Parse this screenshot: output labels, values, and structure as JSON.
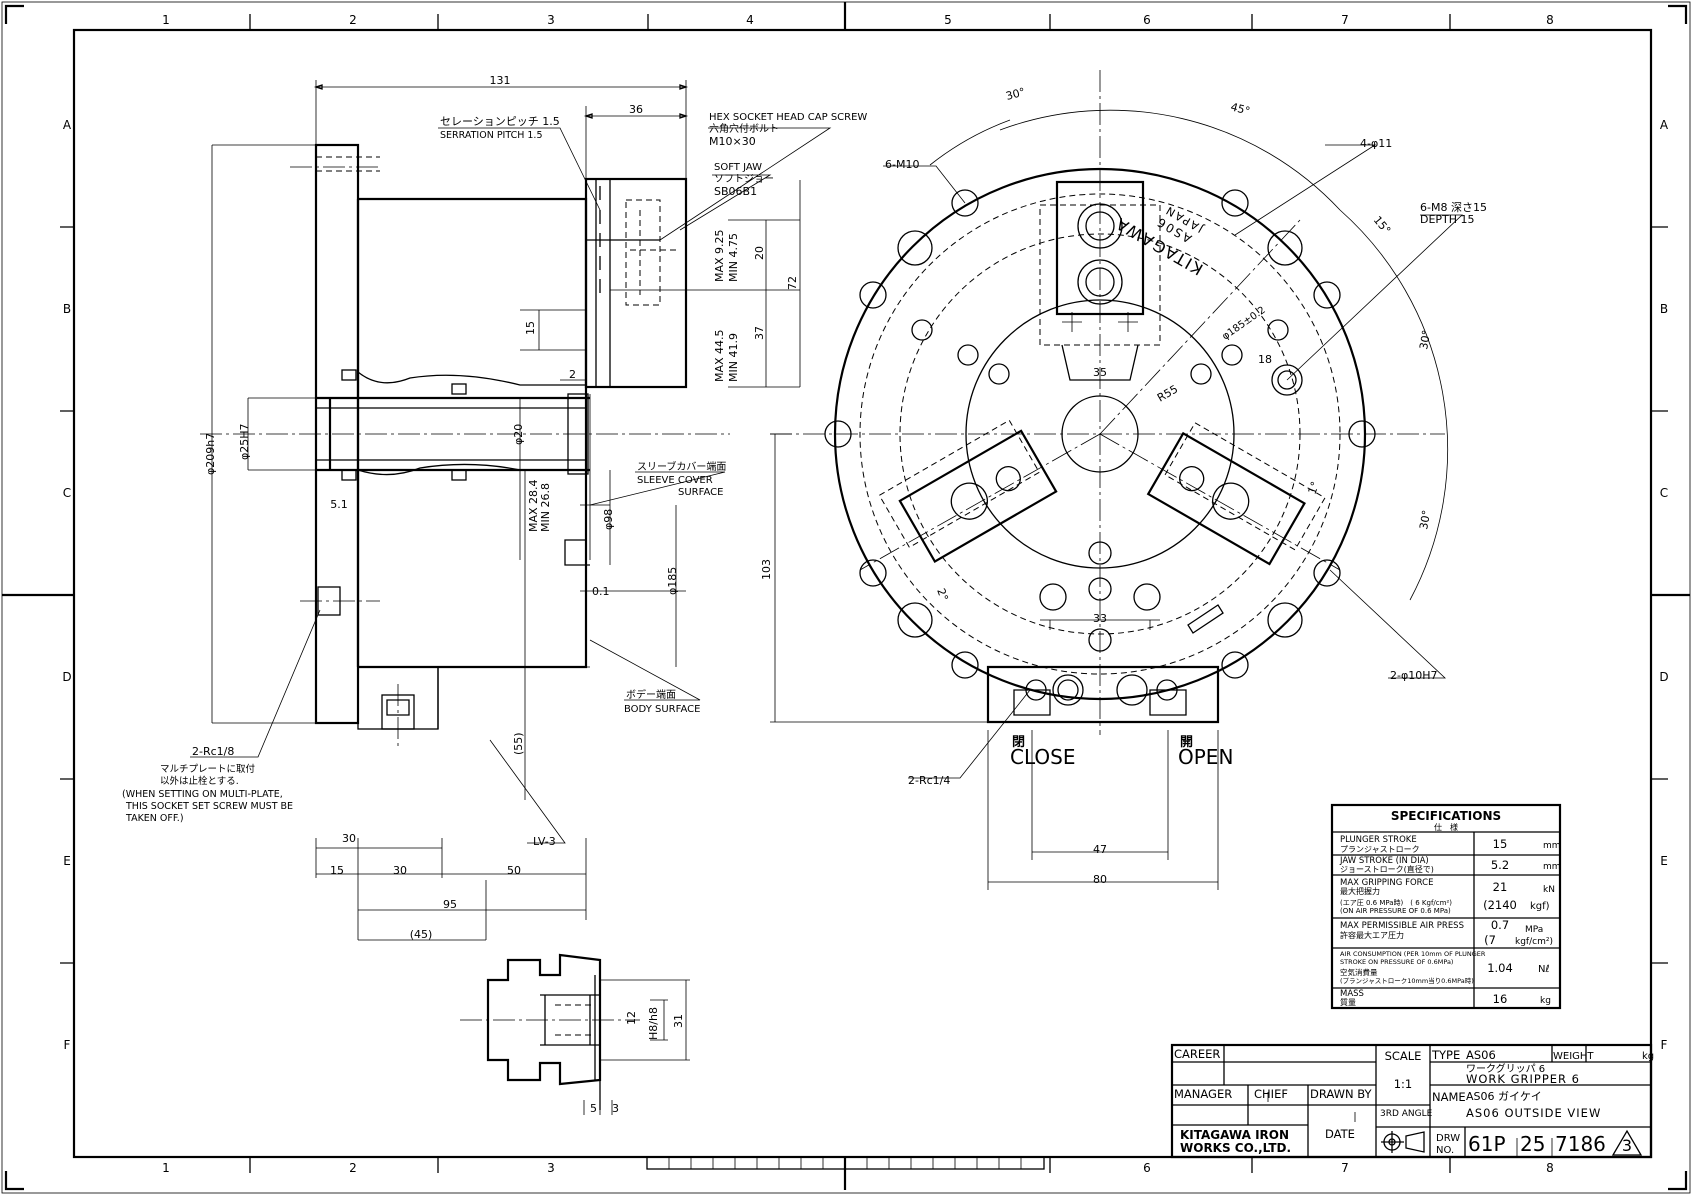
{
  "grid": {
    "columns": [
      "1",
      "2",
      "3",
      "4",
      "5",
      "6",
      "7",
      "8"
    ],
    "rows": [
      "A",
      "B",
      "C",
      "D",
      "E",
      "F"
    ]
  },
  "side_view": {
    "dims": {
      "d131": "131",
      "d36": "36",
      "d15": "15",
      "d2": "2",
      "d5_1": "5.1",
      "d20": "20",
      "d72": "72",
      "d37": "37",
      "d55": "(55)",
      "d30a": "30",
      "d15b": "15",
      "d30b": "30",
      "d50": "50",
      "d95": "95",
      "d45": "(45)",
      "d0_1": "0.1",
      "phi209": "φ209h7",
      "phi25": "φ25H7",
      "phi20": "φ20",
      "phi98": "φ98",
      "phi185": "φ185",
      "max925": "MAX 9.25",
      "min475": "MIN 4.75",
      "max445": "MAX 44.5",
      "min419": "MIN 41.9",
      "max284": "MAX 28.4",
      "min268": "MIN 26.8"
    },
    "notes": {
      "serration_jp": "セレーションピッチ 1.5",
      "serration_en": "SERRATION PITCH 1.5",
      "hex_en": "HEX SOCKET HEAD CAP SCREW",
      "hex_jp": "六角穴付ボルト",
      "hex_size": "M10×30",
      "soft_en": "SOFT JAW",
      "soft_jp": "ソフトジョー",
      "soft_code": "SB06B1",
      "sleeve_jp": "スリーブカバー端面",
      "sleeve_en1": "SLEEVE COVER",
      "sleeve_en2": "SURFACE",
      "body_jp": "ボデー端面",
      "body_en": "BODY SURFACE",
      "rc18": "2-Rc1/8",
      "multi_jp1": "マルチプレートに取付",
      "multi_jp2": "以外は止栓とする.",
      "multi_en1": "(WHEN SETTING ON MULTI-PLATE,",
      "multi_en2": "THIS SOCKET SET SCREW MUST BE",
      "multi_en3": "TAKEN OFF.)",
      "lv3": "LV-3"
    }
  },
  "detail_view": {
    "d12": "12",
    "h8": "H8/h8",
    "d31": "31",
    "d5": "5",
    "d3": "3"
  },
  "front_view": {
    "angles": {
      "a30a": "30°",
      "a45": "45°",
      "a15": "15°",
      "a30b": "30°",
      "a30c": "30°",
      "a1": "1°",
      "a2": "2°"
    },
    "labels": {
      "m10": "6-M10",
      "phi11": "4-φ11",
      "m8": "6-M8 深さ15",
      "depth": "DEPTH 15",
      "phi185": "φ185±0.2",
      "d18": "18",
      "r55": "R55",
      "d35": "35",
      "d33": "33",
      "d103": "103",
      "d47": "47",
      "d80": "80",
      "phi10": "2-φ10H7",
      "rc14": "2-Rc1/4",
      "close_jp": "閉",
      "close": "CLOSE",
      "open_jp": "開",
      "open": "OPEN",
      "marking1": "KITAGAWA",
      "marking2": "AS06",
      "marking3": "JAPAN"
    }
  },
  "specifications": {
    "title": "SPECIFICATIONS",
    "title_jp": "仕　様",
    "rows": [
      {
        "label": "PLUNGER STROKE",
        "label_jp": "プランジャストローク",
        "value": "15",
        "unit": "mm"
      },
      {
        "label": "JAW STROKE (IN DIA)",
        "label_jp": "ジョーストローク(直径で)",
        "value": "5.2",
        "unit": "mm"
      },
      {
        "label": "MAX GRIPPING FORCE",
        "label_jp": "最大把握力",
        "sub1": "(エア圧 0.6 MPa時)　( 6 Kgf/cm²)",
        "sub2": "(ON AIR PRESSURE OF 0.6 MPa)",
        "value": "21",
        "unit": "kN",
        "value2": "(2140",
        "unit2": "kgf)"
      },
      {
        "label": "MAX PERMISSIBLE AIR PRESS",
        "label_jp": "許容最大エア圧力",
        "value": "0.7",
        "unit": "MPa",
        "value2": "(7",
        "unit2": "kgf/cm²)"
      },
      {
        "label": "AIR CONSUMPTION (PER 10mm OF PLUNGER",
        "sub1": "STROKE ON PRESSURE OF 0.6MPa)",
        "label_jp": "空気消費量",
        "sub2": "(プランジャストローク10mm当り0.6MPa時)",
        "value": "1.04",
        "unit": "Nℓ"
      },
      {
        "label": "MASS",
        "label_jp": "質量",
        "value": "16",
        "unit": "kg"
      }
    ]
  },
  "title_block": {
    "career": "CAREER",
    "scale_label": "SCALE",
    "scale": "1:1",
    "type_label": "TYPE",
    "type": "AS06",
    "weight_label": "WEIGHT",
    "weight_unit": "kg",
    "desc_jp": "ワークグリッパ 6",
    "desc_en": "WORK GRIPPER 6",
    "manager": "MANAGER",
    "chief": "CHIEF",
    "drawn_by": "DRAWN BY",
    "name_label": "NAME",
    "name_jp": "AS06 ガイケイ",
    "name_en": "AS06 OUTSIDE VIEW",
    "angle": "3RD ANGLE",
    "company1": "KITAGAWA IRON",
    "company2": "WORKS CO.,LTD.",
    "date": "DATE",
    "drw": "DRW",
    "no": "NO.",
    "dwg_a": "61P",
    "dwg_b": "25",
    "dwg_c": "7186",
    "rev": "3"
  }
}
